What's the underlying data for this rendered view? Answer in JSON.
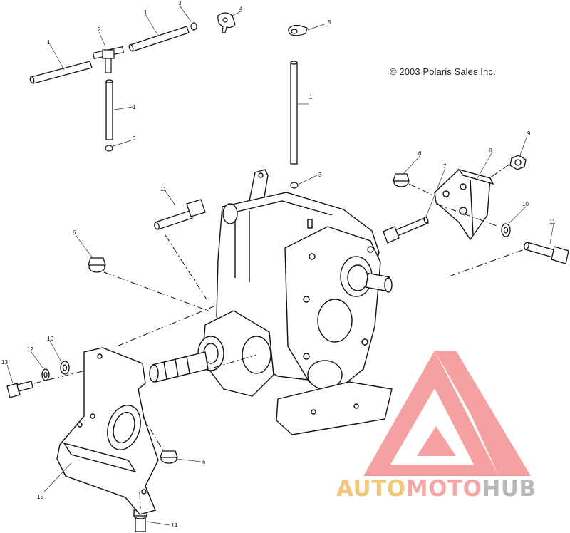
{
  "copyright": "© 2003 Polaris Sales Inc.",
  "callouts": [
    {
      "id": "c1a",
      "text": "1"
    },
    {
      "id": "c1b",
      "text": "1"
    },
    {
      "id": "c1c",
      "text": "1"
    },
    {
      "id": "c1d",
      "text": "1"
    },
    {
      "id": "c2",
      "text": "2"
    },
    {
      "id": "c3a",
      "text": "3"
    },
    {
      "id": "c3b",
      "text": "3"
    },
    {
      "id": "c3c",
      "text": "3"
    },
    {
      "id": "c4",
      "text": "4"
    },
    {
      "id": "c5",
      "text": "5"
    },
    {
      "id": "c6a",
      "text": "6"
    },
    {
      "id": "c6b",
      "text": "6"
    },
    {
      "id": "c6c",
      "text": "6"
    },
    {
      "id": "c7",
      "text": "7"
    },
    {
      "id": "c8",
      "text": "8"
    },
    {
      "id": "c9",
      "text": "9"
    },
    {
      "id": "c10a",
      "text": "10"
    },
    {
      "id": "c10b",
      "text": "10"
    },
    {
      "id": "c11a",
      "text": "11"
    },
    {
      "id": "c11b",
      "text": "11"
    },
    {
      "id": "c12",
      "text": "12"
    },
    {
      "id": "c13",
      "text": "13"
    },
    {
      "id": "c14",
      "text": "14"
    },
    {
      "id": "c15",
      "text": "15"
    }
  ],
  "watermark": {
    "part1": "AUTO",
    "part2": "MOTO",
    "part3": "HUB",
    "colors": {
      "part1": "#f3c77a",
      "part2": "#f7a6a6",
      "part3": "#b8b8b8",
      "logo": "#f58a8a"
    }
  }
}
